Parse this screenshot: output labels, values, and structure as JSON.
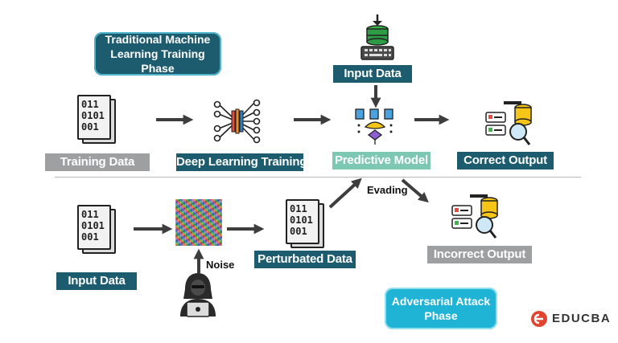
{
  "phases": {
    "traditional": [
      "Traditional Machine",
      "Learning Training Phase"
    ],
    "adversarial": [
      "Adversarial Attack",
      "Phase"
    ]
  },
  "labels": {
    "training_data": "Training Data",
    "deep_learning_training": "Deep Learning Training",
    "predictive_model": "Predictive Model",
    "correct_output": "Correct Output",
    "input_data_top": "Input Data",
    "input_data_bottom": "Input Data",
    "perturbated_data": "Perturbated Data",
    "incorrect_output": "Incorrect Output"
  },
  "annotations": {
    "evading": "Evading",
    "noise": "Noise"
  },
  "document_icon_text": [
    "011",
    "0101",
    "001"
  ],
  "brand": {
    "name": "EDUCBA",
    "color": "#e2452f"
  },
  "colors": {
    "teal": "#1d5b6e",
    "gray": "#9e9fa1",
    "mint": "#7dc7b3",
    "cyan": "#1fb4d6",
    "arrow": "#3d3d3d"
  }
}
